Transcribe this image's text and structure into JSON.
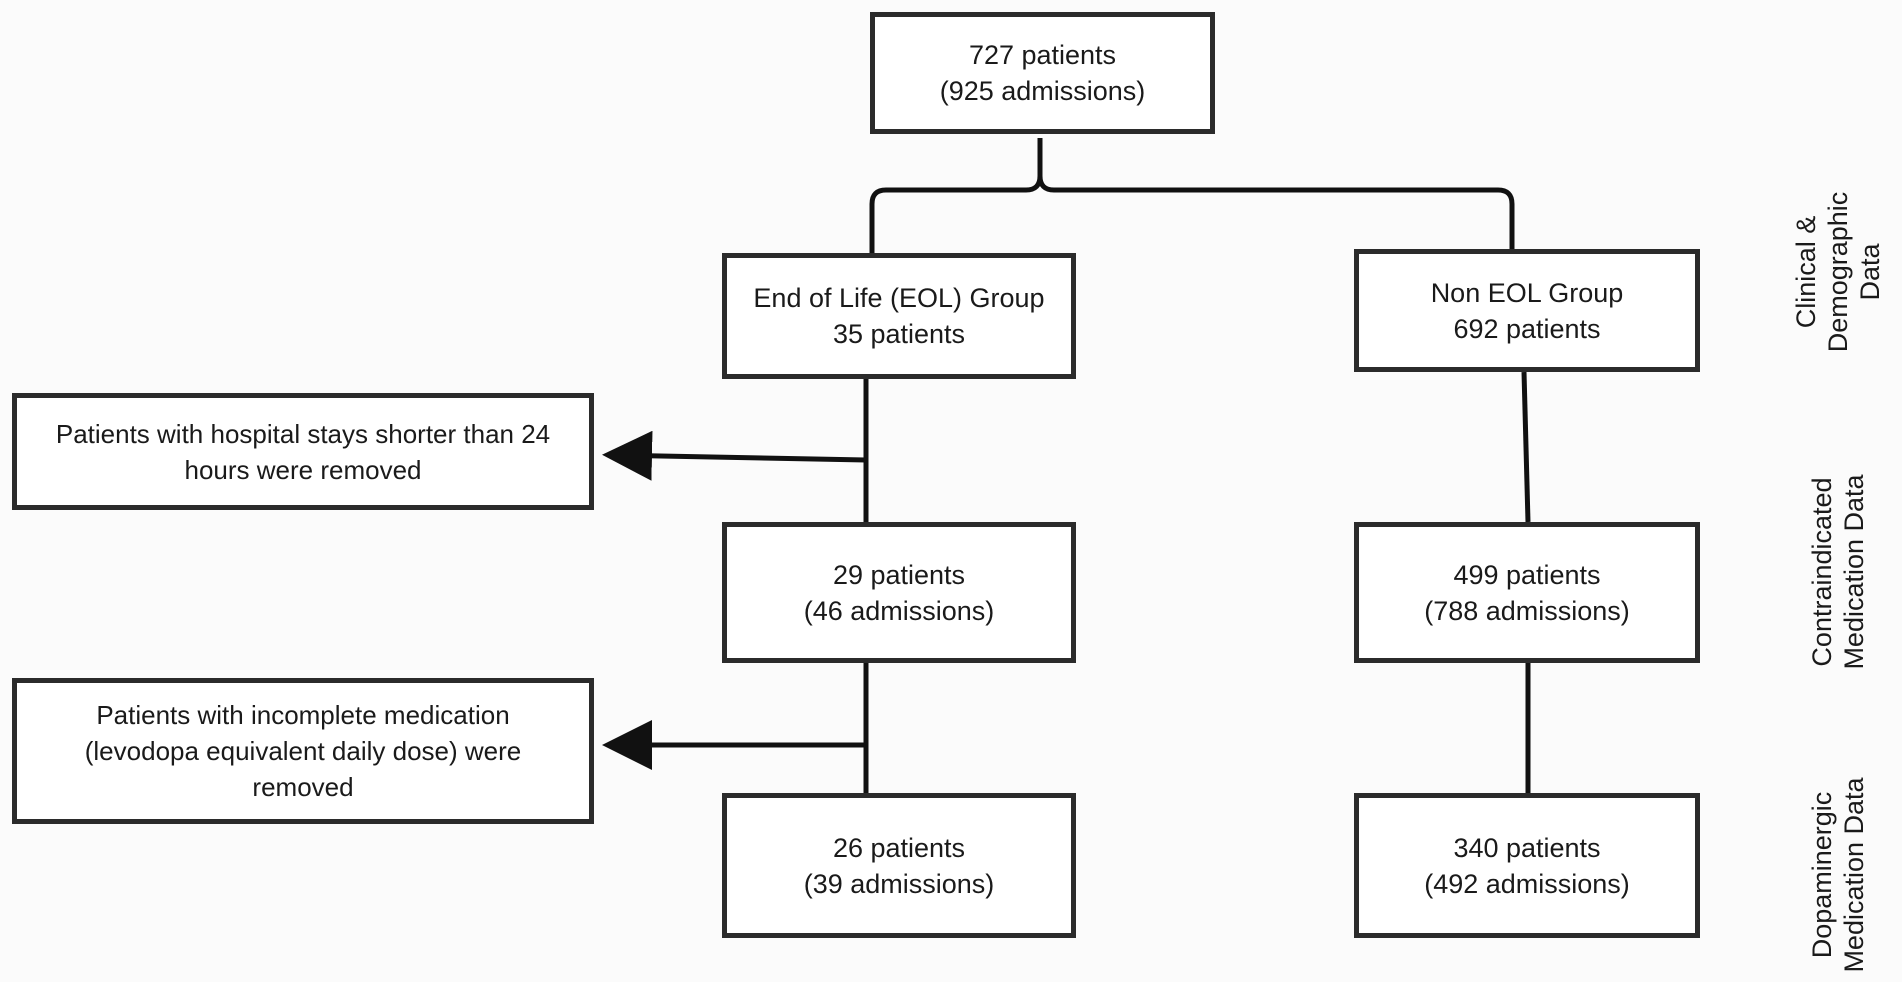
{
  "nodes": {
    "total": {
      "line1": "727 patients",
      "line2": "(925 admissions)"
    },
    "eol": {
      "line1": "End of Life (EOL) Group",
      "line2": "35 patients"
    },
    "noneol": {
      "line1": "Non EOL Group",
      "line2": "692 patients"
    },
    "eol_contra": {
      "line1": "29 patients",
      "line2": "(46 admissions)"
    },
    "noneol_contra": {
      "line1": "499 patients",
      "line2": "(788 admissions)"
    },
    "eol_dopa": {
      "line1": "26 patients",
      "line2": "(39 admissions)"
    },
    "noneol_dopa": {
      "line1": "340 patients",
      "line2": "(492 admissions)"
    }
  },
  "exclusions": {
    "short_stay": {
      "line1": "Patients with hospital stays shorter than 24",
      "line2": "hours were removed"
    },
    "incomplete_medication": {
      "line1": "Patients with incomplete medication",
      "line2": "(levodopa equivalent daily dose) were",
      "line3": "removed"
    }
  },
  "stage_labels": {
    "clinical": {
      "line1": "Clinical &",
      "line2": "Demographic",
      "line3": "Data"
    },
    "contraindicated": {
      "line1": "Contraindicated",
      "line2": "Medication Data"
    },
    "dopaminergic": {
      "line1": "Dopaminergic",
      "line2": "Medication Data"
    }
  },
  "colors": {
    "border": "#2b2b2b",
    "line": "#111111",
    "background": "#fbfbfb"
  }
}
